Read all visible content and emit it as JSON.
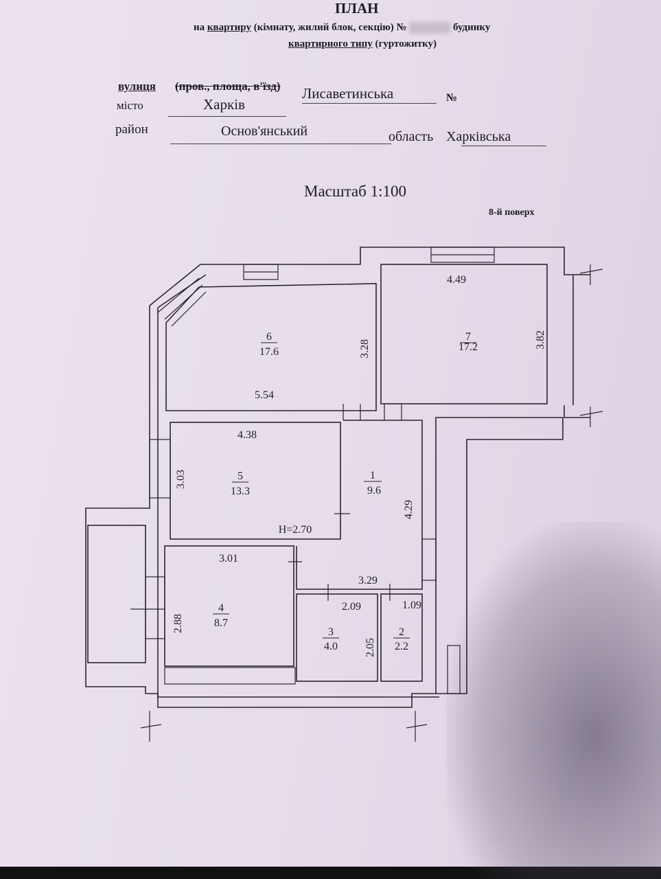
{
  "header": {
    "title": "ПЛАН",
    "line1_prefix": "на",
    "line1_underlined": "квартиру",
    "line1_rest": "(кімнату, жилий блок, секцію) №",
    "line1_suffix": "будинку",
    "line2_underlined": "квартирного типу",
    "line2_rest": "(гуртожитку)"
  },
  "address": {
    "street_label": "вулиця",
    "street_struck": "(пров., площа, в'їзд)",
    "street_value": "Лисаветинська",
    "number_label": "№",
    "city_label": "місто",
    "city_value": "Харків",
    "district_label": "район",
    "district_value": "Основ'янський",
    "region_label": "область",
    "region_value": "Харківська"
  },
  "scale": "Масштаб 1:100",
  "floor": "8-й поверх",
  "ceiling_height": "H=2.70",
  "rooms": [
    {
      "number": "1",
      "area": "9.6",
      "dims": [
        "4.29",
        "3.29"
      ]
    },
    {
      "number": "2",
      "area": "2.2",
      "dims": [
        "1.09"
      ]
    },
    {
      "number": "3",
      "area": "4.0",
      "dims": [
        "2.09",
        "2.05"
      ]
    },
    {
      "number": "4",
      "area": "8.7",
      "dims": [
        "3.01",
        "2.88"
      ]
    },
    {
      "number": "5",
      "area": "13.3",
      "dims": [
        "4.38",
        "3.03"
      ]
    },
    {
      "number": "6",
      "area": "17.6",
      "dims": [
        "5.54",
        "3.28"
      ]
    },
    {
      "number": "7",
      "area": "17.2",
      "dims": [
        "4.49",
        "3.82"
      ]
    }
  ]
}
